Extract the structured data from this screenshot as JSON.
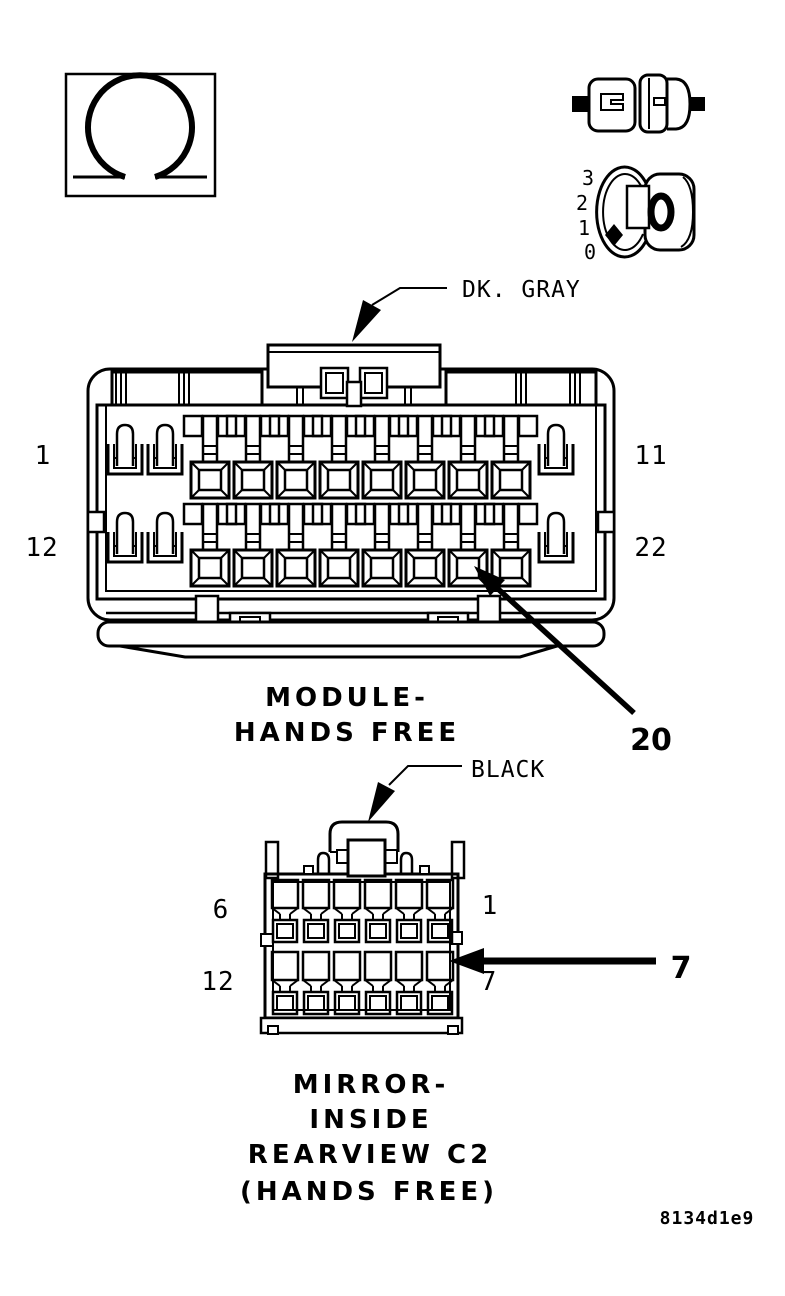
{
  "figure": {
    "code": "8134d1e9",
    "background": "#ffffff",
    "line_color": "#000000"
  },
  "legend": {
    "resistance_symbol": "ohm-resistance-test",
    "terminal_pair_icon": "mating-terminal-pair",
    "dial_icon": "terminal-spread-gauge",
    "dial_scale": [
      "3",
      "2",
      "1",
      "0"
    ]
  },
  "module_connector": {
    "wire_color_label": "DK. GRAY",
    "name_line1": "MODULE-",
    "name_line2": "HANDS FREE",
    "rows": 2,
    "pins_per_row": 11,
    "pin_labels": {
      "row1_left": "1",
      "row1_right": "11",
      "row2_left": "12",
      "row2_right": "22"
    },
    "callout_pin": "20"
  },
  "mirror_connector": {
    "wire_color_label": "BLACK",
    "name_line1": "MIRROR-",
    "name_line2": "INSIDE",
    "name_line3": "REARVIEW C2",
    "name_line4": "(HANDS FREE)",
    "rows": 2,
    "pins_per_row": 6,
    "pin_labels": {
      "row1_left": "6",
      "row1_right": "1",
      "row2_left": "12",
      "row2_right": "7"
    },
    "callout_pin": "7"
  }
}
